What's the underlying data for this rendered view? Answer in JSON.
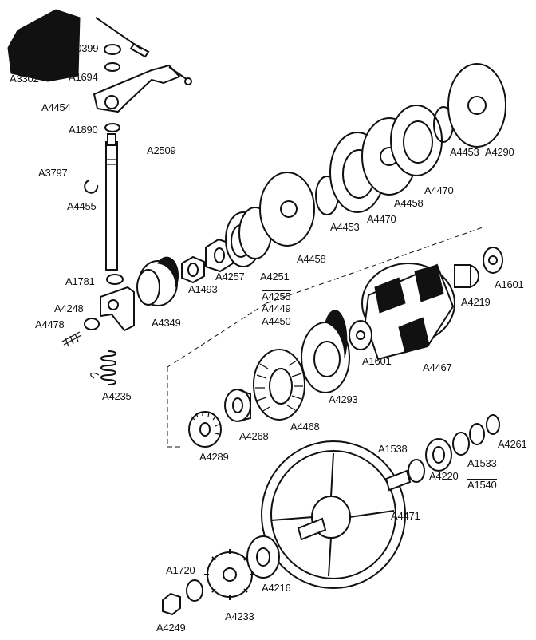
{
  "labels": {
    "D0399": "D0399",
    "A3302": "A3302",
    "A1694": "A1694",
    "A4454": "A4454",
    "A1890": "A1890",
    "A2509": "A2509",
    "A3797": "A3797",
    "A4455": "A4455",
    "A1781": "A1781",
    "A4248": "A4248",
    "A4478": "A4478",
    "A4235": "A4235",
    "A4349": "A4349",
    "A1493": "A1493",
    "A4257": "A4257",
    "A4251": "A4251",
    "A4255": "A4255",
    "A4449": "A4449",
    "A4450": "A4450",
    "A4458_1": "A4458",
    "A4453_1": "A4453",
    "A4470_1": "A4470",
    "A4458_2": "A4458",
    "A4470_2": "A4470",
    "A4453_2": "A4453",
    "A4290": "A4290",
    "A1601_1": "A1601",
    "A4219": "A4219",
    "A4467": "A4467",
    "A1601_2": "A1601",
    "A4293": "A4293",
    "A4468": "A4468",
    "A4268": "A4268",
    "A4289": "A4289",
    "A1538": "A1538",
    "A4220": "A4220",
    "A1533": "A1533",
    "A1540": "A1540",
    "A4261": "A4261",
    "A4471": "A4471",
    "A1720": "A1720",
    "A4216": "A4216",
    "A4233": "A4233",
    "A4249": "A4249"
  },
  "colors": {
    "ink": "#111111",
    "paper": "#ffffff"
  }
}
